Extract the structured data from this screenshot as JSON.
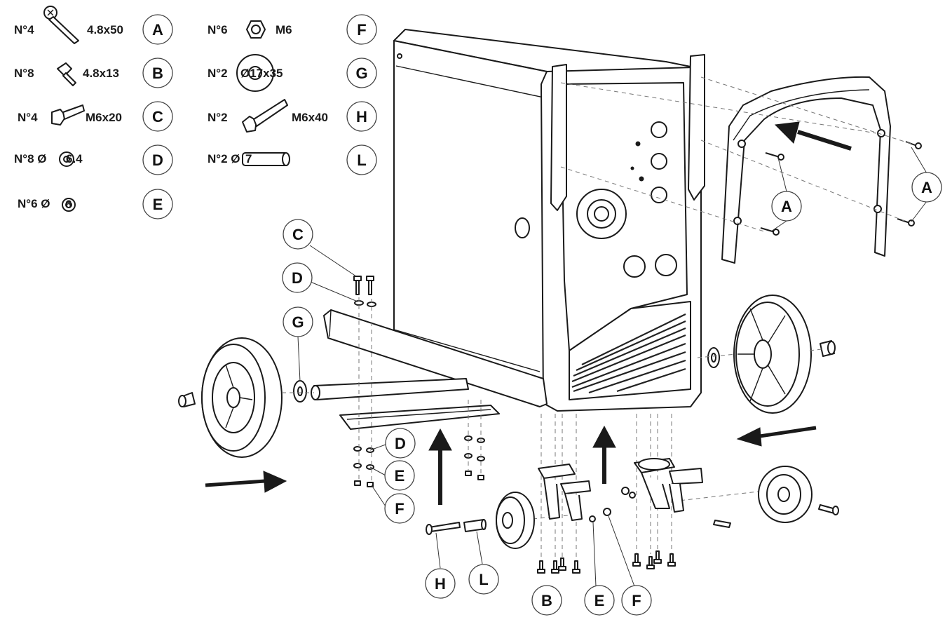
{
  "legend": [
    {
      "qty": "N°4",
      "spec": "4.8x50",
      "letter": "A"
    },
    {
      "qty": "N°8",
      "spec": "4.8x13",
      "letter": "B"
    },
    {
      "qty": "N°4",
      "spec": "M6x20",
      "letter": "C"
    },
    {
      "qty": "N°8 Ø",
      "spec": "6.4",
      "letter": "D"
    },
    {
      "qty": "N°6 Ø",
      "spec": "6",
      "letter": "E"
    },
    {
      "qty": "N°6",
      "spec": "M6",
      "letter": "F"
    },
    {
      "qty": "N°2",
      "spec": "Ø17x35",
      "letter": "G"
    },
    {
      "qty": "N°2",
      "spec": "M6x40",
      "letter": "H"
    },
    {
      "qty": "N°2 Ø",
      "spec": "7",
      "letter": "L"
    }
  ],
  "callouts": {
    "handle_a1": "A",
    "handle_a2": "A",
    "rail_c": "C",
    "rail_d": "D",
    "axle_g": "G",
    "under_d": "D",
    "under_e": "E",
    "under_f": "F",
    "front_h": "H",
    "front_l": "L",
    "caster_b": "B",
    "caster_e": "E",
    "caster_f": "F"
  }
}
